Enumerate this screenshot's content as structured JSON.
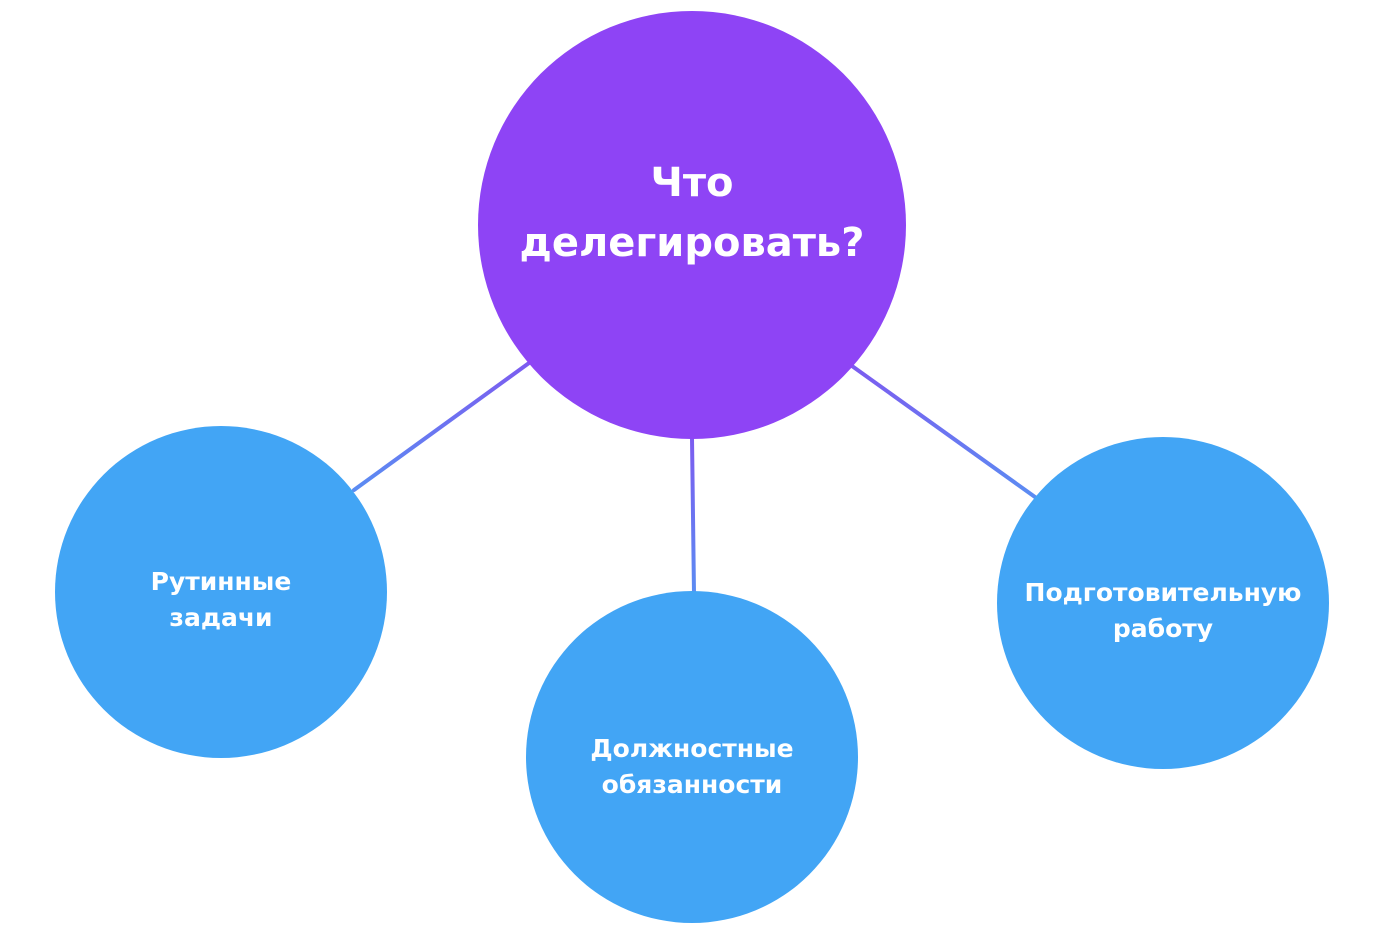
{
  "colors": {
    "center_fill": "#8E44F5",
    "child_fill": "#42A5F5",
    "connector_left": "#7C5CF0",
    "connector_right": "#5B8CF2",
    "text": "#FFFFFF",
    "background": "#FFFFFF"
  },
  "center": {
    "line1": "Что",
    "line2": "делегировать?"
  },
  "children": [
    {
      "line1": "Рутинные",
      "line2": "задачи"
    },
    {
      "line1": "Должностные",
      "line2": "обязанности"
    },
    {
      "line1": "Подготовительную",
      "line2": "работу"
    }
  ]
}
